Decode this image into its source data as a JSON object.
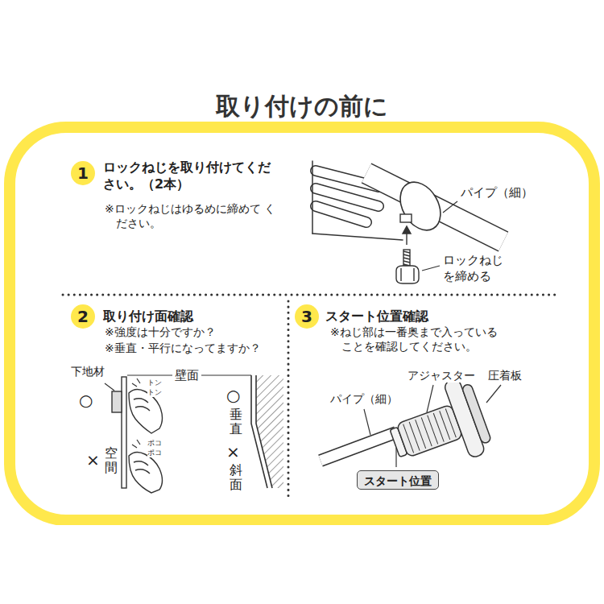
{
  "diagram": {
    "nodes": [
      {
        "text": [
          "取り付けの前に"
        ]
      },
      {
        "text": [
          "1"
        ],
        "in": 0
      },
      {
        "text": [
          "2"
        ],
        "in": 0
      },
      {
        "text": [
          "3"
        ],
        "in": 0
      },
      {
        "text": [
          "スタート位置"
        ],
        "in": 0
      }
    ],
    "edges": [],
    "labels": [
      "ロックねじを取り付けてくだ さい。（2本）",
      "※ロックねじはゆるめに締めて ください。",
      "パイプ（細）",
      "ロックねじ を締める",
      "取り付け面確認",
      "※強度は十分ですか？",
      "※垂直・平行になってますか？",
      "下地材",
      "壁面",
      "トン トン",
      "○",
      "×",
      "空間",
      "ポコ ポコ",
      "○",
      "垂直",
      "×",
      "斜面",
      "スタート位置確認",
      "※ねじ部は一番奥まで入っている ことを確認してください。",
      "パイプ（細）",
      "アジャスター",
      "圧着板"
    ]
  }
}
